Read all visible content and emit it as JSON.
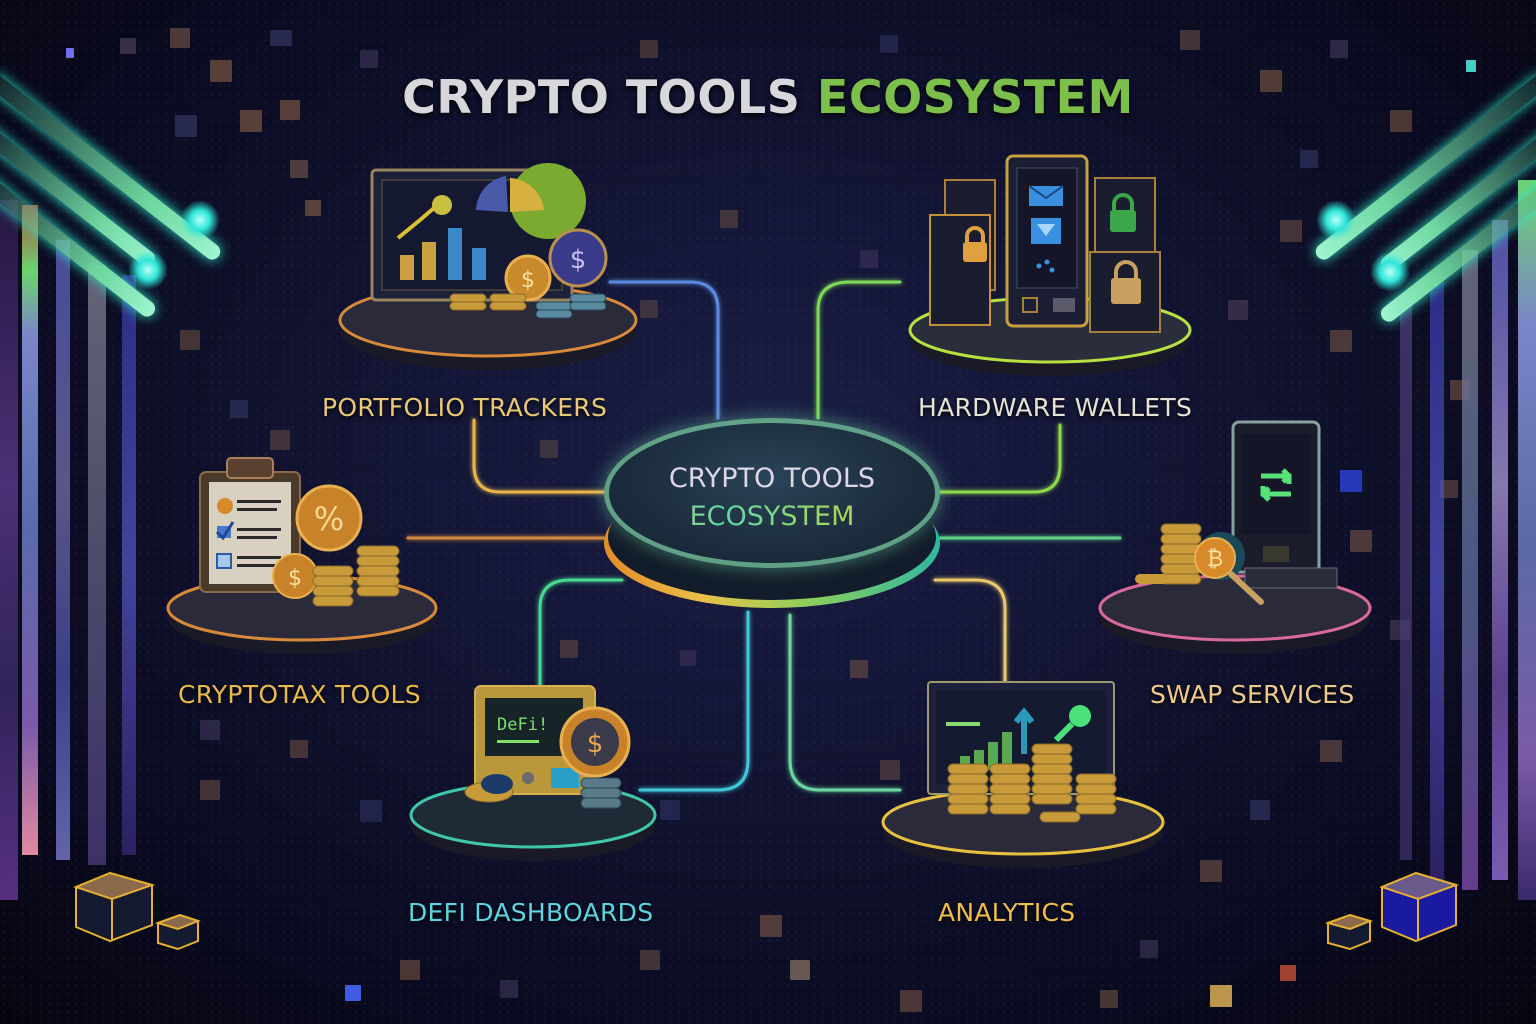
{
  "title": {
    "part1": "CRYPTO TOOLS ",
    "part2": "ECOSYSTEM"
  },
  "hub": {
    "line1": "CRYPTO TOOLS",
    "line2": "ECOSYSTEM"
  },
  "nodes": [
    {
      "id": "portfolio-trackers",
      "label": "PORTFOLIO TRACKERS",
      "color": "#e9c877",
      "icon": "chart-monitor-coins-icon"
    },
    {
      "id": "hardware-wallets",
      "label": "HARDWARE WALLETS",
      "color": "#e6e2d6",
      "icon": "device-lock-icon"
    },
    {
      "id": "cryptotax-tools",
      "label": "CRYPTOTAX TOOLS",
      "color": "#eab94c",
      "icon": "clipboard-percent-icon"
    },
    {
      "id": "swap-services",
      "label": "SWAP SERVICES",
      "color": "#eec98a",
      "icon": "phone-swap-icon"
    },
    {
      "id": "defi-dashboards",
      "label": "DEFI DASHBOARDS",
      "color": "#5fd3e0",
      "icon": "defi-terminal-icon"
    },
    {
      "id": "analytics",
      "label": "ANALYTICS",
      "color": "#f0bd4e",
      "icon": "chart-arrow-coins-icon"
    }
  ],
  "icon_text": {
    "defi_screen": "DeFi!",
    "dollar": "$",
    "percent": "%",
    "bitcoin": "₿"
  },
  "colors": {
    "background": "#0a0a1c",
    "title_accent": "#7cbf4a",
    "connector_gold": "#e8b54a",
    "connector_green": "#7ed957",
    "connector_cyan": "#3fc7d8"
  }
}
